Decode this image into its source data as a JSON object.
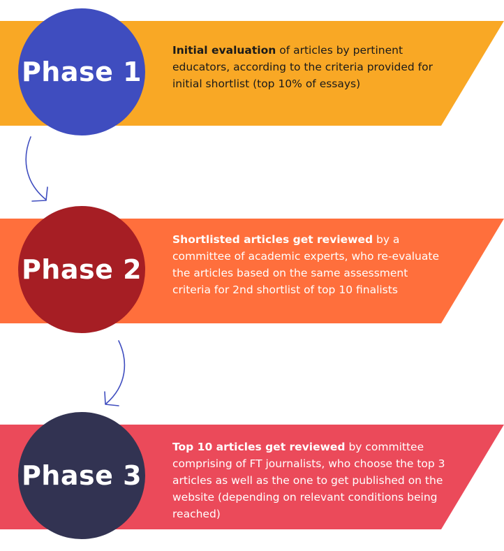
{
  "colors": {
    "banner_1": "#F9A825",
    "banner_2": "#FF6F3C",
    "banner_3": "#EB4A5A",
    "circle_1": "#3F4DBF",
    "circle_2": "#A61E24",
    "circle_3": "#323352",
    "arrow": "#3F4DBF",
    "text": "#FFFFFF"
  },
  "phases": [
    {
      "label": "Phase 1",
      "bold": "Initial evaluation",
      "rest": " of articles by pertinent educators, according to the criteria provided for initial shortlist (top 10% of essays)"
    },
    {
      "label": "Phase 2",
      "bold": "Shortlisted articles get reviewed",
      "rest": " by a committee of academic experts, who re-evaluate the articles based on the same assessment criteria for 2nd shortlist of top 10 finalists"
    },
    {
      "label": "Phase 3",
      "bold": "Top 10 articles get reviewed",
      "rest": " by committee comprising of FT journalists, who choose the top 3 articles as well as the one to get published on the website (depending on relevant conditions being reached)"
    }
  ]
}
